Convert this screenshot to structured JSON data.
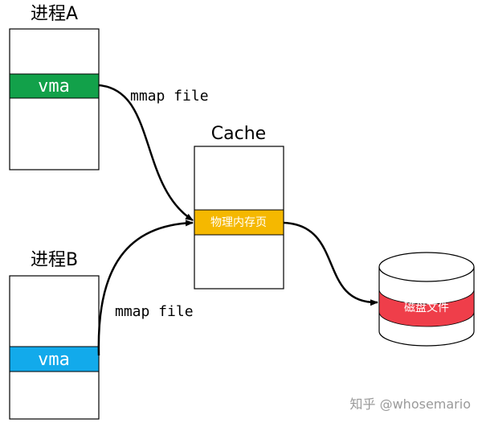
{
  "process_a": {
    "title": "进程A",
    "vma_label": "vma",
    "vma_color": "#12a14a"
  },
  "process_b": {
    "title": "进程B",
    "vma_label": "vma",
    "vma_color": "#12aaeb"
  },
  "cache": {
    "title": "Cache",
    "page_label": "物理内存页",
    "page_color": "#f5b800"
  },
  "edges": {
    "a_to_cache": "mmap file",
    "b_to_cache": "mmap file"
  },
  "disk": {
    "label": "磁盘文件",
    "band_color": "#ef3e4a"
  },
  "watermark": "知乎 @whosemario"
}
